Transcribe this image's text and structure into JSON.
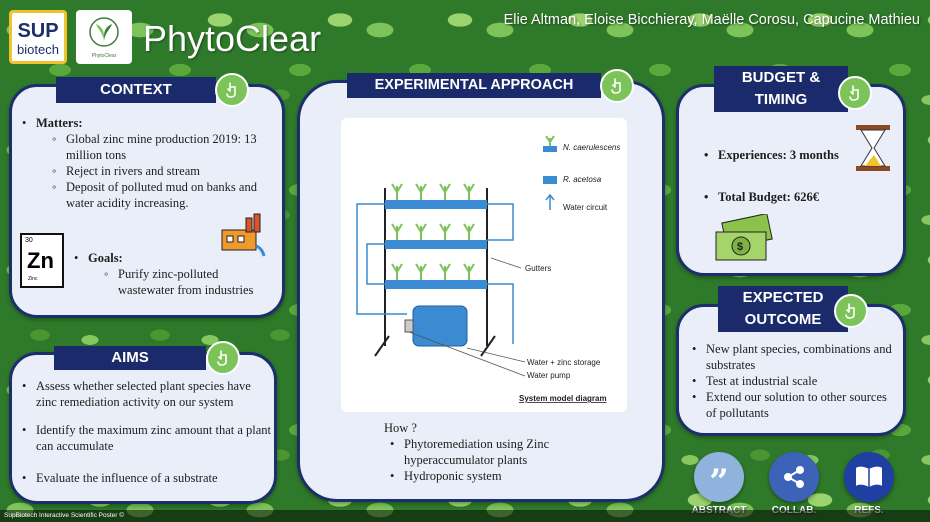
{
  "header": {
    "logo_sup_line1": "SUP",
    "logo_sup_line2": "biotech",
    "logo_pc_caption": "PhytoClear",
    "title": "PhytoClear",
    "authors": "Elie Altman, Eloise Bicchieray, Maëlle Corosu, Capucine Mathieu"
  },
  "context": {
    "title": "CONTEXT",
    "matters_label": "Matters:",
    "matters": [
      "Global zinc mine production 2019: 13 million tons",
      "Reject in rivers and stream",
      "Deposit of polluted mud on banks and water acidity increasing."
    ],
    "goals_label": "Goals:",
    "goals": [
      "Purify zinc-polluted wastewater from industries"
    ],
    "zn_number": "30",
    "zn_symbol": "Zn",
    "zn_name": "Zinc"
  },
  "aims": {
    "title": "AIMS",
    "items": [
      "Assess whether selected plant species have zinc remediation activity on our system",
      "Identify the maximum zinc amount that a plant can accumulate",
      "Evaluate the influence of a substrate"
    ]
  },
  "approach": {
    "title": "EXPERIMENTAL APPROACH",
    "diagram": {
      "legend_1": "N. caerulescens",
      "legend_2": "R. acetosa",
      "legend_3": "Water circuit",
      "label_gutters": "Gutters",
      "label_storage": "Water + zinc storage",
      "label_pump": "Water pump",
      "caption": "System model diagram"
    },
    "how_label": "How ?",
    "how_items": [
      "Phytoremediation using Zinc hyperaccumulator plants",
      "Hydroponic system"
    ]
  },
  "budget": {
    "title_line1": "BUDGET &",
    "title_line2": "TIMING",
    "experiences": "Experiences: 3 months",
    "total": "Total Budget: 626€"
  },
  "outcome": {
    "title_line1": "EXPECTED",
    "title_line2": "OUTCOME",
    "items": [
      "New plant species, combinations and substrates",
      "Test at industrial scale",
      "Extend our solution to other sources of pollutants"
    ]
  },
  "nav": {
    "abstract": "ABSTRACT",
    "collab": "COLLAB.",
    "refs": "REFS."
  },
  "footer": "SupBiotech Interactive Scientific Poster ©",
  "colors": {
    "panel_bg": "#e9eef9",
    "navy": "#1a2a6b",
    "green_accent": "#7cc35a",
    "abstract_btn": "#8fb3dd",
    "collab_btn": "#3c63b8",
    "refs_btn": "#1f3fa3"
  }
}
